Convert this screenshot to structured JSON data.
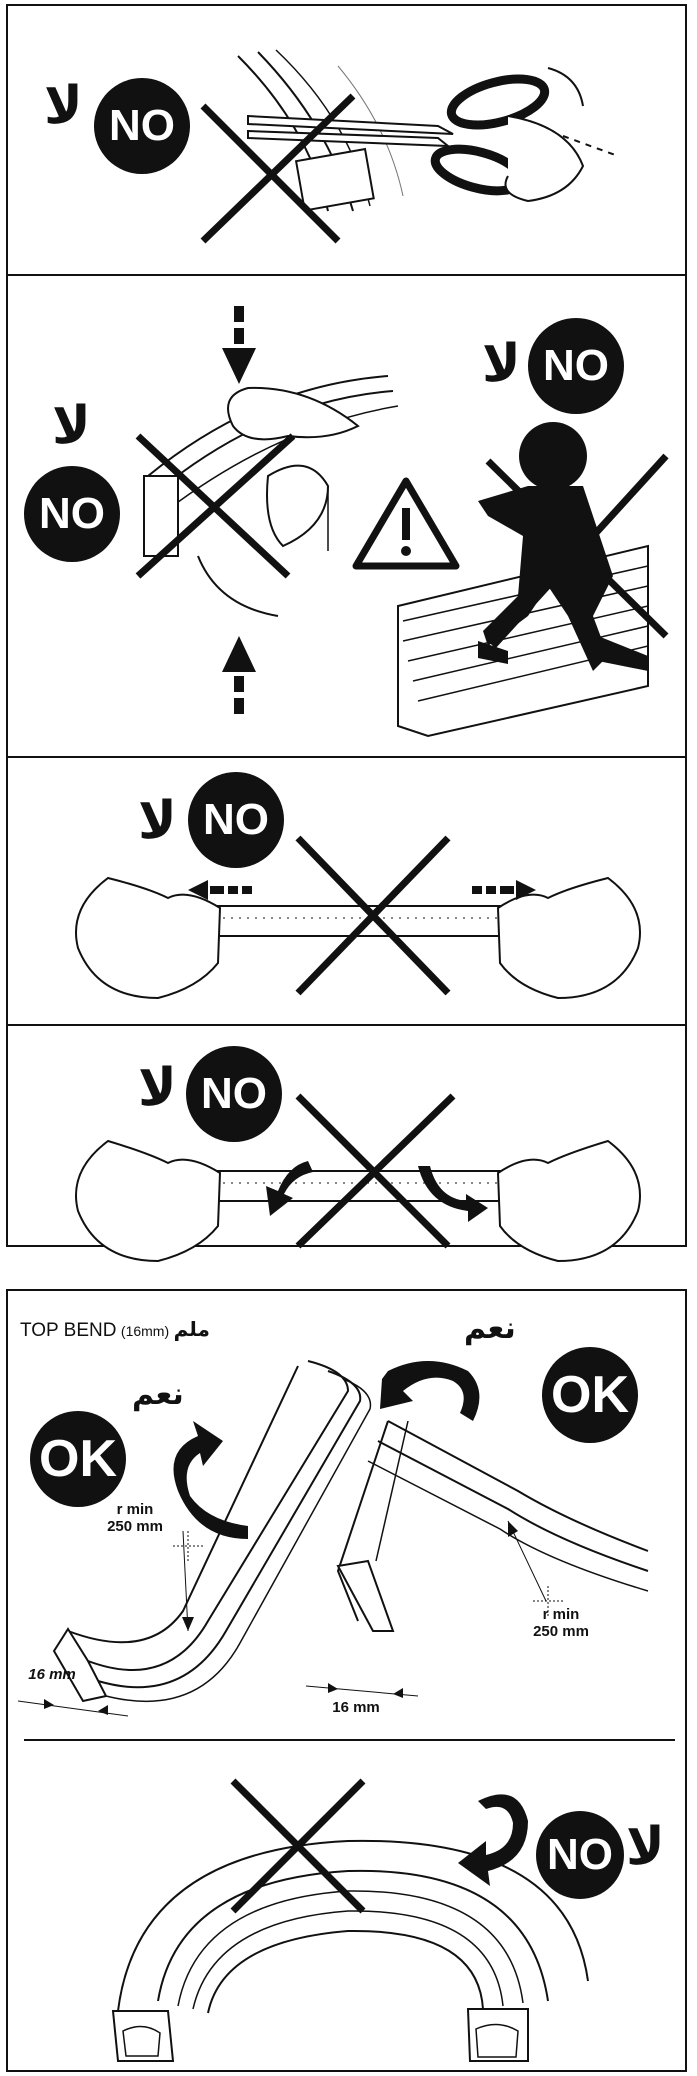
{
  "panels": [
    {
      "badge": "NO",
      "arabic": "لا"
    },
    {
      "badge_left": "NO",
      "arabic_left": "لا",
      "badge_right": "NO",
      "arabic_right": "لا"
    },
    {
      "badge": "NO",
      "arabic": "لا"
    },
    {
      "badge": "NO",
      "arabic": "لا"
    }
  ],
  "bend": {
    "caption_en": "TOP BEND",
    "caption_size": "(16mm)",
    "caption_ar": "ملم",
    "left": {
      "badge": "OK",
      "arabic": "نعم",
      "radius_label": "r min",
      "radius_value": "250 mm",
      "width_label": "16 mm"
    },
    "right": {
      "badge": "OK",
      "arabic": "نعم",
      "radius_label": "r min",
      "radius_value": "250 mm",
      "width_label": "16 mm"
    },
    "bottom": {
      "badge": "NO",
      "arabic": "لا"
    }
  },
  "icons": [
    "scissors-icon",
    "warning-triangle-icon",
    "walking-person-icon",
    "cross-icon",
    "rotate-arrow-icon"
  ]
}
